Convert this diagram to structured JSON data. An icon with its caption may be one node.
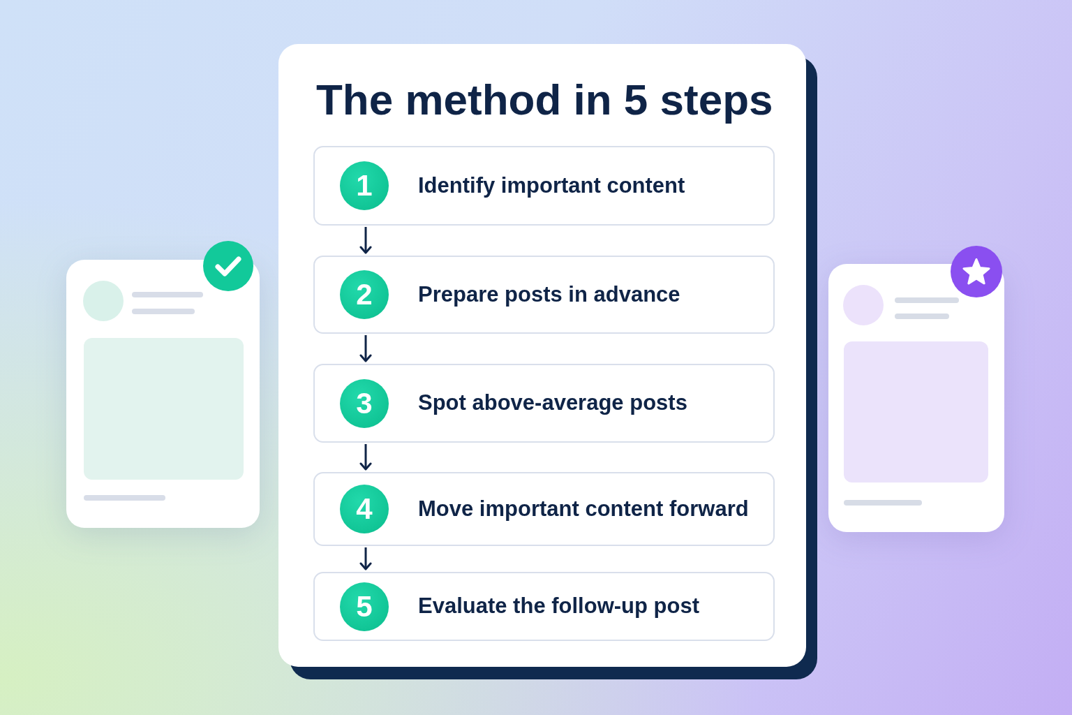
{
  "diagram": {
    "title": "The method in 5 steps",
    "nodes": [
      {
        "text": [
          "Identify important content"
        ]
      },
      {
        "text": [
          "1"
        ],
        "in": 0
      },
      {
        "text": [
          "Prepare posts in advance"
        ]
      },
      {
        "text": [
          "2"
        ],
        "in": 2
      },
      {
        "text": [
          "Spot above-average posts"
        ]
      },
      {
        "text": [
          "3"
        ],
        "in": 4
      },
      {
        "text": [
          "Move important content forward"
        ]
      },
      {
        "text": [
          "4"
        ],
        "in": 6
      },
      {
        "text": [
          "Evaluate the follow-up post"
        ]
      },
      {
        "text": [
          "5"
        ],
        "in": 8
      }
    ],
    "edges": [
      {
        "from": 0,
        "to": 2,
        "arrow": "to"
      },
      {
        "from": 2,
        "to": 4,
        "arrow": "to"
      },
      {
        "from": 4,
        "to": 6,
        "arrow": "to"
      },
      {
        "from": 6,
        "to": 8,
        "arrow": "to"
      }
    ]
  }
}
